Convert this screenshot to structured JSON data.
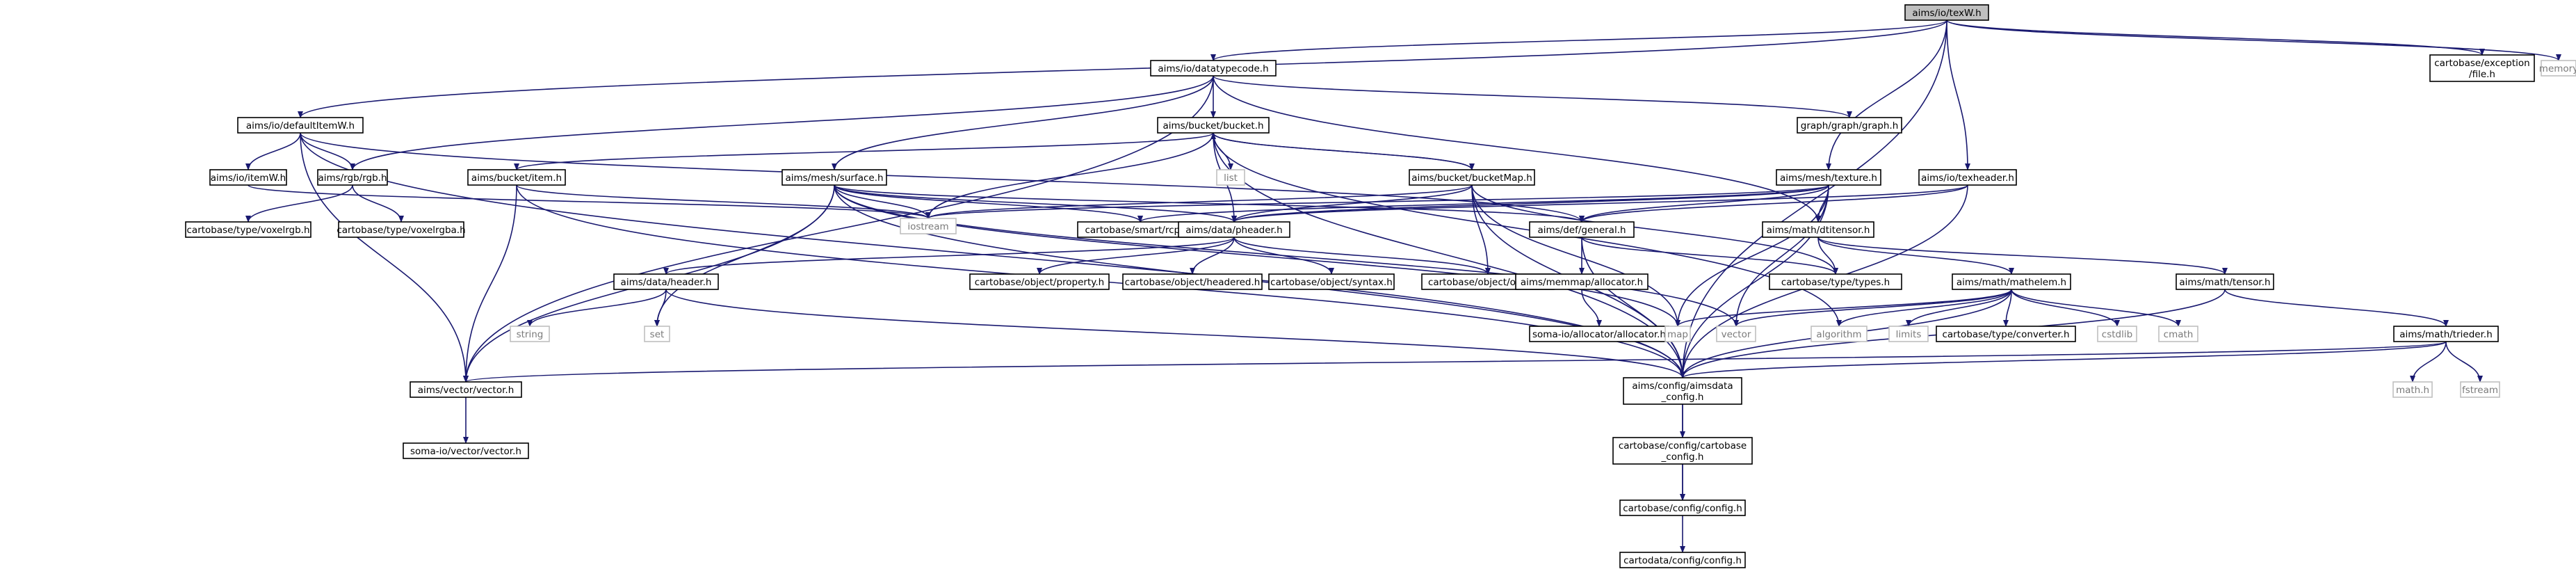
{
  "colors": {
    "edge": "#191970",
    "node_border": "#000000",
    "node_fill": "#ffffff",
    "root_fill": "#bfbfbf",
    "external_border": "#bfbfbf",
    "external_text": "#7a7a7a",
    "text": "#000000"
  },
  "nodes": [
    {
      "id": "texW",
      "lines": [
        "aims/io/texW.h"
      ],
      "root": true
    },
    {
      "id": "datatypecode",
      "lines": [
        "aims/io/datatypecode.h"
      ]
    },
    {
      "id": "fileexc",
      "lines": [
        "cartobase/exception",
        "/file.h"
      ]
    },
    {
      "id": "memory",
      "lines": [
        "memory"
      ],
      "ext": true
    },
    {
      "id": "defaultItemW",
      "lines": [
        "aims/io/defaultItemW.h"
      ]
    },
    {
      "id": "bucket",
      "lines": [
        "aims/bucket/bucket.h"
      ]
    },
    {
      "id": "graph",
      "lines": [
        "graph/graph/graph.h"
      ]
    },
    {
      "id": "itemW",
      "lines": [
        "aims/io/itemW.h"
      ]
    },
    {
      "id": "rgb",
      "lines": [
        "aims/rgb/rgb.h"
      ]
    },
    {
      "id": "item",
      "lines": [
        "aims/bucket/item.h"
      ]
    },
    {
      "id": "surface",
      "lines": [
        "aims/mesh/surface.h"
      ]
    },
    {
      "id": "list",
      "lines": [
        "list"
      ],
      "ext": true
    },
    {
      "id": "bucketMap",
      "lines": [
        "aims/bucket/bucketMap.h"
      ]
    },
    {
      "id": "texture",
      "lines": [
        "aims/mesh/texture.h"
      ]
    },
    {
      "id": "texheader",
      "lines": [
        "aims/io/texheader.h"
      ]
    },
    {
      "id": "voxelrgb",
      "lines": [
        "cartobase/type/voxelrgb.h"
      ]
    },
    {
      "id": "voxelrgba",
      "lines": [
        "cartobase/type/voxelrgba.h"
      ]
    },
    {
      "id": "iostream",
      "lines": [
        "iostream"
      ],
      "ext": true
    },
    {
      "id": "rcptr",
      "lines": [
        "cartobase/smart/rcptr.h"
      ]
    },
    {
      "id": "pheader",
      "lines": [
        "aims/data/pheader.h"
      ]
    },
    {
      "id": "general",
      "lines": [
        "aims/def/general.h"
      ]
    },
    {
      "id": "dtitensor",
      "lines": [
        "aims/math/dtitensor.h"
      ]
    },
    {
      "id": "header",
      "lines": [
        "aims/data/header.h"
      ]
    },
    {
      "id": "property",
      "lines": [
        "cartobase/object/property.h"
      ]
    },
    {
      "id": "headered",
      "lines": [
        "cartobase/object/headered.h"
      ]
    },
    {
      "id": "syntax",
      "lines": [
        "cartobase/object/syntax.h"
      ]
    },
    {
      "id": "object",
      "lines": [
        "cartobase/object/object.h"
      ]
    },
    {
      "id": "allocator",
      "lines": [
        "aims/memmap/allocator.h"
      ]
    },
    {
      "id": "types",
      "lines": [
        "cartobase/type/types.h"
      ]
    },
    {
      "id": "mathelem",
      "lines": [
        "aims/math/mathelem.h"
      ]
    },
    {
      "id": "tensor",
      "lines": [
        "aims/math/tensor.h"
      ]
    },
    {
      "id": "string",
      "lines": [
        "string"
      ],
      "ext": true
    },
    {
      "id": "set",
      "lines": [
        "set"
      ],
      "ext": true
    },
    {
      "id": "somaalloc",
      "lines": [
        "soma-io/allocator/allocator.h"
      ]
    },
    {
      "id": "map",
      "lines": [
        "map"
      ],
      "ext": true
    },
    {
      "id": "vector",
      "lines": [
        "vector"
      ],
      "ext": true
    },
    {
      "id": "algorithm",
      "lines": [
        "algorithm"
      ],
      "ext": true
    },
    {
      "id": "limits",
      "lines": [
        "limits"
      ],
      "ext": true
    },
    {
      "id": "converter",
      "lines": [
        "cartobase/type/converter.h"
      ]
    },
    {
      "id": "cstdlib",
      "lines": [
        "cstdlib"
      ],
      "ext": true
    },
    {
      "id": "cmath",
      "lines": [
        "cmath"
      ],
      "ext": true
    },
    {
      "id": "trieder",
      "lines": [
        "aims/math/trieder.h"
      ]
    },
    {
      "id": "aimsvector",
      "lines": [
        "aims/vector/vector.h"
      ]
    },
    {
      "id": "aimsdata_config",
      "lines": [
        "aims/config/aimsdata",
        "_config.h"
      ]
    },
    {
      "id": "mathh",
      "lines": [
        "math.h"
      ],
      "ext": true
    },
    {
      "id": "fstream",
      "lines": [
        "fstream"
      ],
      "ext": true
    },
    {
      "id": "somavector",
      "lines": [
        "soma-io/vector/vector.h"
      ]
    },
    {
      "id": "cartobase_config",
      "lines": [
        "cartobase/config/cartobase",
        "_config.h"
      ]
    },
    {
      "id": "config",
      "lines": [
        "cartobase/config/config.h"
      ]
    },
    {
      "id": "cartodata_config",
      "lines": [
        "cartodata/config/config.h"
      ]
    }
  ],
  "edges": [
    [
      "texW",
      "datatypecode"
    ],
    [
      "texW",
      "fileexc"
    ],
    [
      "texW",
      "memory"
    ],
    [
      "texW",
      "defaultItemW"
    ],
    [
      "texW",
      "texture"
    ],
    [
      "texW",
      "texheader"
    ],
    [
      "texW",
      "aimsdata_config"
    ],
    [
      "datatypecode",
      "bucket"
    ],
    [
      "datatypecode",
      "graph"
    ],
    [
      "datatypecode",
      "rgb"
    ],
    [
      "datatypecode",
      "surface"
    ],
    [
      "datatypecode",
      "dtitensor"
    ],
    [
      "datatypecode",
      "aimsvector"
    ],
    [
      "defaultItemW",
      "itemW"
    ],
    [
      "defaultItemW",
      "rgb"
    ],
    [
      "defaultItemW",
      "general"
    ],
    [
      "defaultItemW",
      "aimsvector"
    ],
    [
      "defaultItemW",
      "aimsdata_config"
    ],
    [
      "bucket",
      "item"
    ],
    [
      "bucket",
      "list"
    ],
    [
      "bucket",
      "bucketMap"
    ],
    [
      "bucket",
      "iostream"
    ],
    [
      "bucket",
      "pheader"
    ],
    [
      "bucket",
      "aimsdata_config"
    ],
    [
      "bucket",
      "algorithm"
    ],
    [
      "bucketMap",
      "bucket"
    ],
    [
      "bucketMap",
      "iostream"
    ],
    [
      "bucketMap",
      "pheader"
    ],
    [
      "bucketMap",
      "map"
    ],
    [
      "bucketMap",
      "object"
    ],
    [
      "bucketMap",
      "aimsdata_config"
    ],
    [
      "bucketMap",
      "types"
    ],
    [
      "itemW",
      "iostream"
    ],
    [
      "rgb",
      "voxelrgb"
    ],
    [
      "rgb",
      "voxelrgba"
    ],
    [
      "item",
      "iostream"
    ],
    [
      "item",
      "aimsvector"
    ],
    [
      "item",
      "aimsdata_config"
    ],
    [
      "surface",
      "iostream"
    ],
    [
      "surface",
      "rcptr"
    ],
    [
      "surface",
      "pheader"
    ],
    [
      "surface",
      "general"
    ],
    [
      "surface",
      "aimsvector"
    ],
    [
      "surface",
      "set"
    ],
    [
      "surface",
      "map"
    ],
    [
      "surface",
      "vector"
    ],
    [
      "surface",
      "aimsdata_config"
    ],
    [
      "texture",
      "iostream"
    ],
    [
      "texture",
      "rcptr"
    ],
    [
      "texture",
      "pheader"
    ],
    [
      "texture",
      "general"
    ],
    [
      "texture",
      "dtitensor"
    ],
    [
      "texture",
      "vector"
    ],
    [
      "texture",
      "map"
    ],
    [
      "texture",
      "aimsdata_config"
    ],
    [
      "texheader",
      "pheader"
    ],
    [
      "texheader",
      "general"
    ],
    [
      "texheader",
      "aimsdata_config"
    ],
    [
      "pheader",
      "header"
    ],
    [
      "pheader",
      "property"
    ],
    [
      "pheader",
      "headered"
    ],
    [
      "pheader",
      "syntax"
    ],
    [
      "pheader",
      "object"
    ],
    [
      "general",
      "allocator"
    ],
    [
      "general",
      "types"
    ],
    [
      "general",
      "aimsdata_config"
    ],
    [
      "dtitensor",
      "mathelem"
    ],
    [
      "dtitensor",
      "tensor"
    ],
    [
      "dtitensor",
      "types"
    ],
    [
      "header",
      "string"
    ],
    [
      "header",
      "set"
    ],
    [
      "header",
      "aimsdata_config"
    ],
    [
      "allocator",
      "somaalloc"
    ],
    [
      "mathelem",
      "map"
    ],
    [
      "mathelem",
      "vector"
    ],
    [
      "mathelem",
      "algorithm"
    ],
    [
      "mathelem",
      "limits"
    ],
    [
      "mathelem",
      "converter"
    ],
    [
      "mathelem",
      "cstdlib"
    ],
    [
      "mathelem",
      "cmath"
    ],
    [
      "mathelem",
      "aimsdata_config"
    ],
    [
      "tensor",
      "trieder"
    ],
    [
      "tensor",
      "aimsdata_config"
    ],
    [
      "trieder",
      "aimsvector"
    ],
    [
      "trieder",
      "mathh"
    ],
    [
      "trieder",
      "fstream"
    ],
    [
      "trieder",
      "aimsdata_config"
    ],
    [
      "aimsvector",
      "somavector"
    ],
    [
      "aimsdata_config",
      "cartobase_config"
    ],
    [
      "aimsdata_config",
      "config"
    ],
    [
      "cartobase_config",
      "config"
    ],
    [
      "config",
      "cartodata_config"
    ]
  ]
}
